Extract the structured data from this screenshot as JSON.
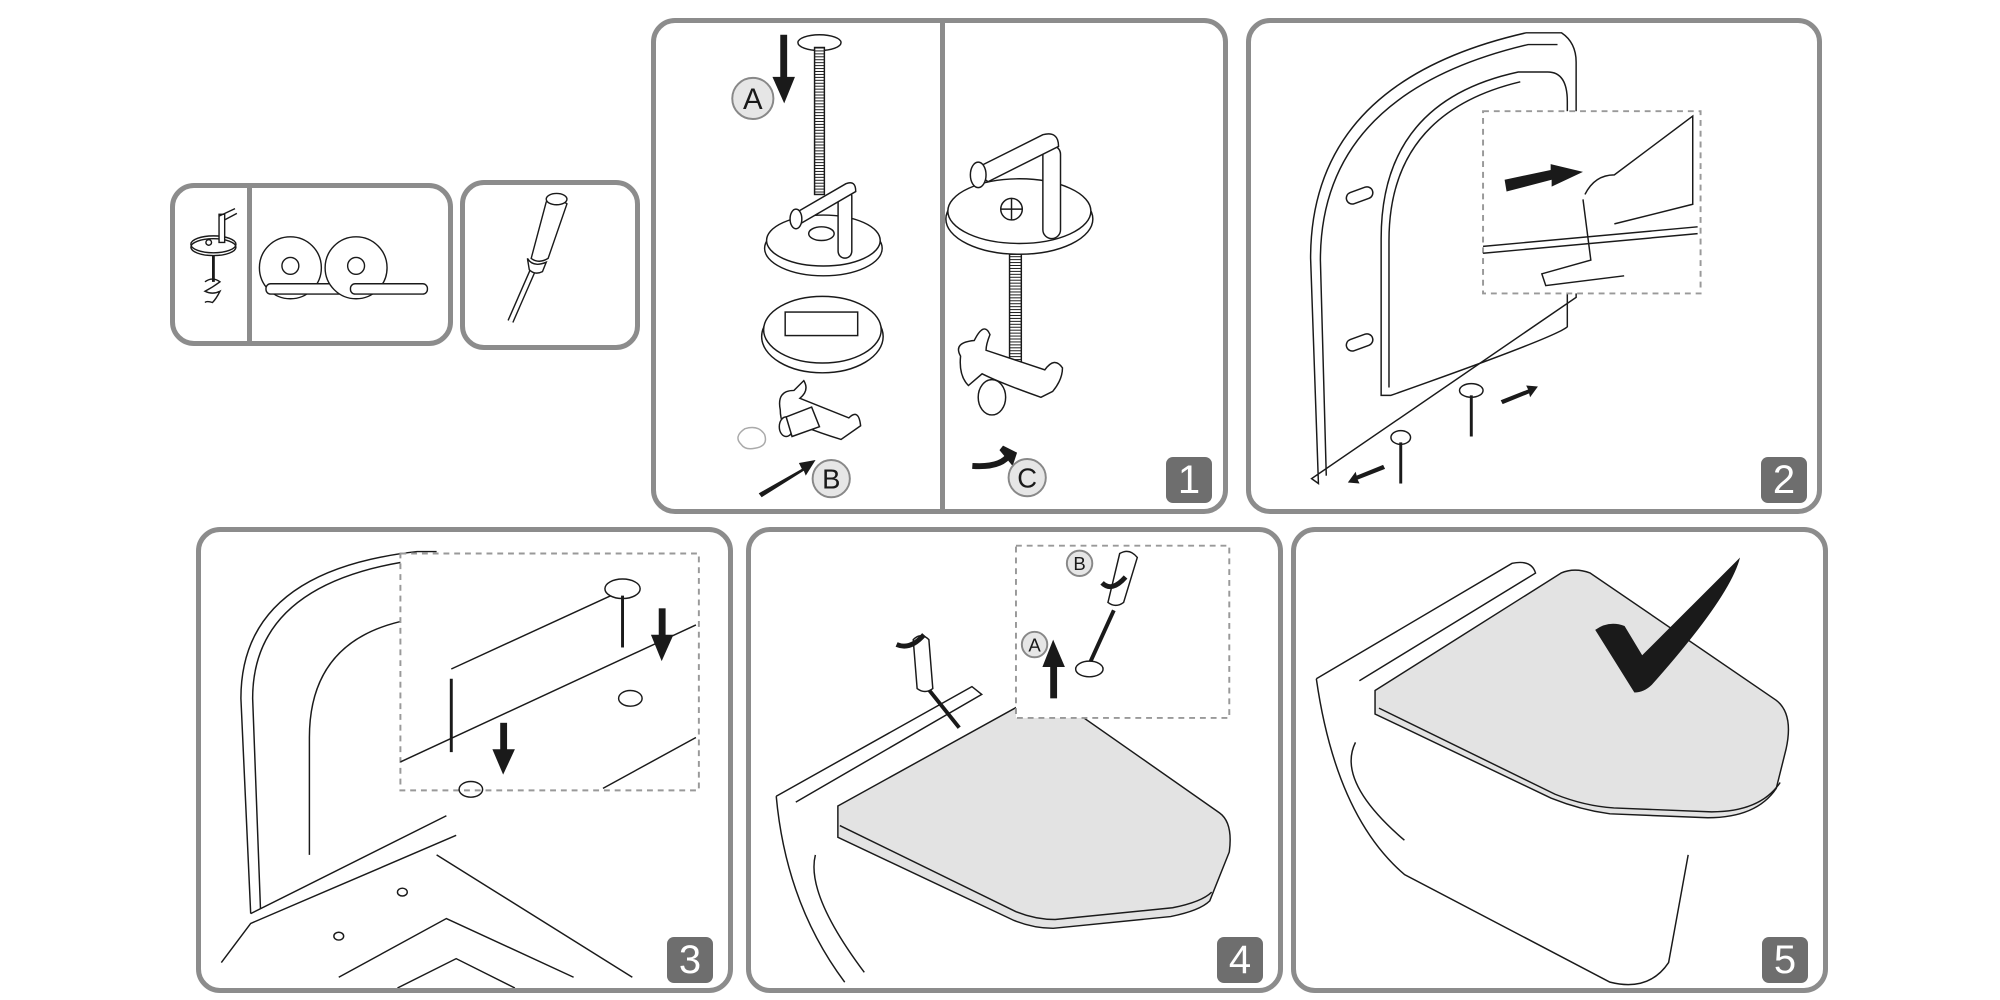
{
  "document": {
    "type": "assembly instructions",
    "subject": "wall-hung toilet seat installation"
  },
  "parts": {
    "items": [
      {
        "name": "hinge-bolt-assembly",
        "icon": "hinge-bolt-icon"
      },
      {
        "name": "hinge-brackets",
        "icon": "hinge-bracket-icon",
        "count": 2
      },
      {
        "name": "screwdriver",
        "icon": "screwdriver-icon"
      }
    ]
  },
  "steps": [
    {
      "number": "1",
      "callouts": [
        "A",
        "B",
        "C"
      ],
      "description": "Insert bolt through hinge (A), insert anchor into clip (B), turn to tighten (C)"
    },
    {
      "number": "2",
      "callouts": [],
      "description": "Slide hinges into seat, detail inset"
    },
    {
      "number": "3",
      "callouts": [],
      "description": "Lower seat with bolts into bowl holes"
    },
    {
      "number": "4",
      "callouts": [
        "A",
        "B"
      ],
      "description": "Push up (A) and tighten with screwdriver (B)"
    },
    {
      "number": "5",
      "callouts": [],
      "description": "Seat installed",
      "status_icon": "checkmark-icon"
    }
  ],
  "colors": {
    "border": "#8c8c8c",
    "badge": "#6e6e6e",
    "seat_fill": "#e3e3e3",
    "callout_fill": "#e6e6e6",
    "ink": "#1a1a1a"
  }
}
